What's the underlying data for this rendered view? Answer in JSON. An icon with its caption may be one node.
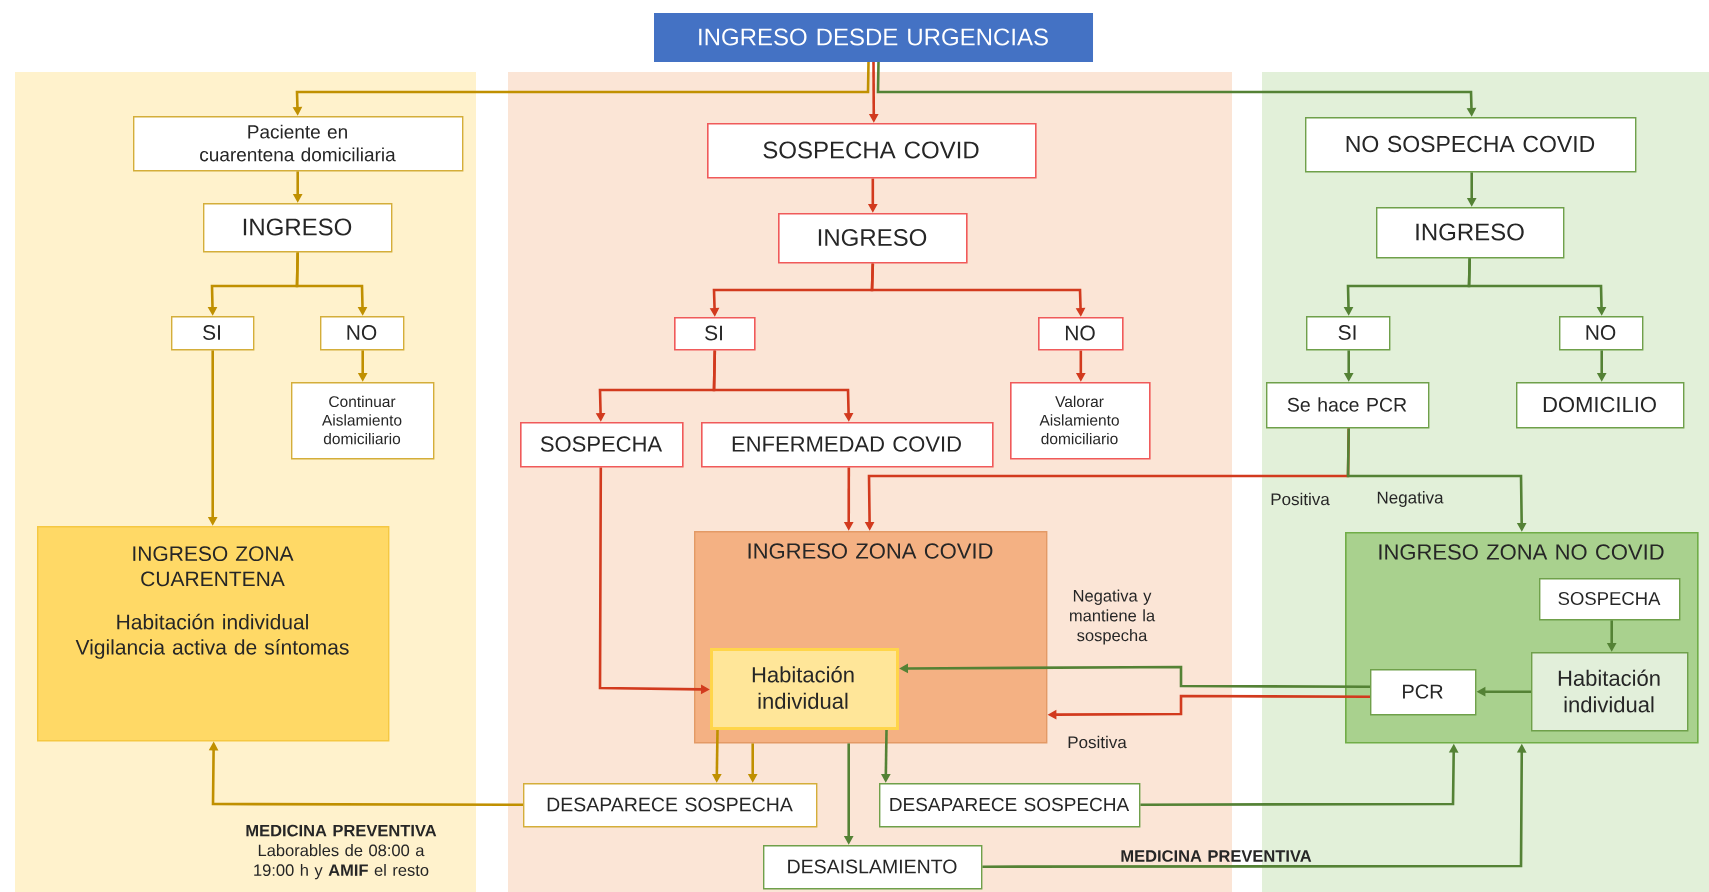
{
  "diagram": {
    "nodes": [
      {
        "text": [
          "INGRESO DESDE URGENCIAS"
        ]
      },
      {
        "text": [
          "Paciente en cuarentena domiciliaria"
        ]
      },
      {
        "text": [
          "INGRESO"
        ]
      },
      {
        "text": [
          "SI"
        ]
      },
      {
        "text": [
          "NO"
        ]
      },
      {
        "text": [
          "Continuar Aislamiento domiciliario"
        ]
      },
      {
        "text": [
          "INGRESO ZONA CUARENTENA",
          "Habitación individual",
          "Vigilancia activa de síntomas"
        ]
      },
      {
        "text": [
          "SOSPECHA COVID"
        ]
      },
      {
        "text": [
          "INGRESO"
        ]
      },
      {
        "text": [
          "SI"
        ]
      },
      {
        "text": [
          "NO"
        ]
      },
      {
        "text": [
          "Valorar Aislamiento domiciliario"
        ]
      },
      {
        "text": [
          "SOSPECHA"
        ]
      },
      {
        "text": [
          "ENFERMEDAD COVID"
        ]
      },
      {
        "text": [
          "INGRESO ZONA COVID"
        ]
      },
      {
        "text": [
          "Habitación individual"
        ],
        "in": 14
      },
      {
        "text": [
          "DESAPARECE SOSPECHA"
        ]
      },
      {
        "text": [
          "DESAPARECE SOSPECHA"
        ]
      },
      {
        "text": [
          "DESAISLAMIENTO"
        ]
      },
      {
        "text": [
          "NO SOSPECHA COVID"
        ]
      },
      {
        "text": [
          "INGRESO"
        ]
      },
      {
        "text": [
          "SI"
        ]
      },
      {
        "text": [
          "NO"
        ]
      },
      {
        "text": [
          "Se hace PCR"
        ]
      },
      {
        "text": [
          "DOMICILIO"
        ]
      },
      {
        "text": [
          "INGRESO ZONA NO COVID"
        ]
      },
      {
        "text": [
          "SOSPECHA"
        ],
        "in": 25
      },
      {
        "text": [
          "Habitación individual"
        ],
        "in": 25
      },
      {
        "text": [
          "PCR"
        ],
        "in": 25
      }
    ],
    "edges": [
      {
        "from": 0,
        "to": 1,
        "arrow": "to",
        "color": "#c09000"
      },
      {
        "from": 0,
        "to": 7,
        "arrow": "to",
        "color": "#d23a1e"
      },
      {
        "from": 0,
        "to": 19,
        "arrow": "to"
      },
      {
        "from": 1,
        "to": 2,
        "arrow": "to",
        "color": "#c09000"
      },
      {
        "from": 2,
        "to": 3,
        "arrow": "to",
        "color": "#c09000"
      },
      {
        "from": 2,
        "to": 4,
        "arrow": "to",
        "color": "#c09000"
      },
      {
        "from": 4,
        "to": 5,
        "arrow": "to",
        "color": "#c09000"
      },
      {
        "from": 3,
        "to": 6,
        "arrow": "to",
        "color": "#c09000"
      },
      {
        "from": 7,
        "to": 8,
        "arrow": "to",
        "color": "#d23a1e"
      },
      {
        "from": 8,
        "to": 9,
        "arrow": "to",
        "color": "#d23a1e"
      },
      {
        "from": 8,
        "to": 10,
        "arrow": "to",
        "color": "#d23a1e"
      },
      {
        "from": 10,
        "to": 11,
        "arrow": "to",
        "color": "#d23a1e"
      },
      {
        "from": 9,
        "to": 12,
        "arrow": "to",
        "color": "#d23a1e"
      },
      {
        "from": 9,
        "to": 13,
        "arrow": "to",
        "color": "#d23a1e"
      },
      {
        "from": 12,
        "to": 15,
        "arrow": "to",
        "color": "#d23a1e"
      },
      {
        "from": 13,
        "to": 14,
        "arrow": "to",
        "color": "#d23a1e"
      },
      {
        "from": 19,
        "to": 20,
        "arrow": "to"
      },
      {
        "from": 20,
        "to": 21,
        "arrow": "to"
      },
      {
        "from": 20,
        "to": 22,
        "arrow": "to"
      },
      {
        "from": 22,
        "to": 24,
        "arrow": "to"
      },
      {
        "from": 21,
        "to": 23,
        "arrow": "to"
      },
      {
        "from": 23,
        "to": 14,
        "arrow": "to",
        "label": "Positiva",
        "color": "#d23a1e"
      },
      {
        "from": 23,
        "to": 25,
        "arrow": "to",
        "label": "Negativa"
      },
      {
        "from": 26,
        "to": 27,
        "arrow": "to"
      },
      {
        "from": 27,
        "to": 28,
        "arrow": "to"
      },
      {
        "from": 28,
        "to": 15,
        "arrow": "to",
        "label": "Negativa y mantiene la sospecha"
      },
      {
        "from": 28,
        "to": 14,
        "arrow": "to",
        "label": "Positiva",
        "color": "#d23a1e"
      },
      {
        "from": 15,
        "to": 16,
        "arrow": "to",
        "color": "#c09000"
      },
      {
        "from": 14,
        "to": 16,
        "arrow": "to",
        "color": "#c09000"
      },
      {
        "from": 15,
        "to": 17,
        "arrow": "to"
      },
      {
        "from": 14,
        "to": 18,
        "arrow": "to"
      },
      {
        "from": 16,
        "to": 6,
        "arrow": "to",
        "label": "**MEDICINA PREVENTIVA** Laborables de 08:00 a 19:00 h y **AMIF** el resto",
        "color": "#c09000"
      },
      {
        "from": 17,
        "to": 25,
        "arrow": "to"
      },
      {
        "from": 18,
        "to": 25,
        "arrow": "to",
        "label": "MEDICINA PREVENTIVA"
      }
    ]
  }
}
